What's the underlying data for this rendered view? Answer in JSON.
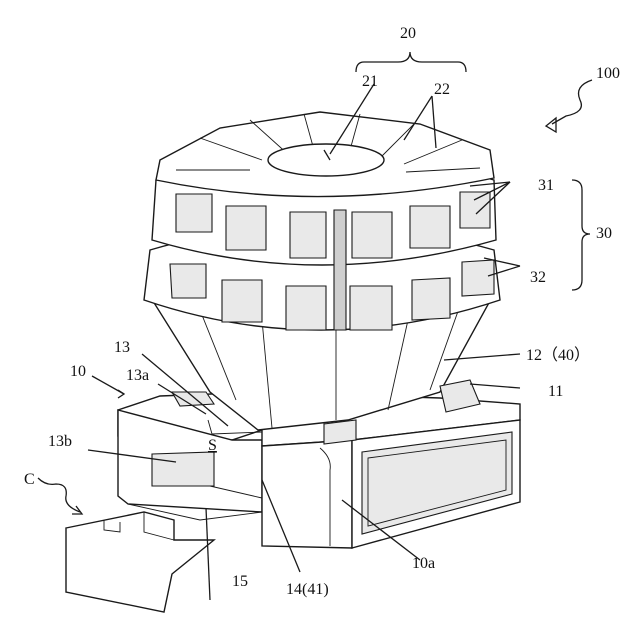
{
  "labels": {
    "l20": "20",
    "l21": "21",
    "l22": "22",
    "l100": "100",
    "l31": "31",
    "l30": "30",
    "l32": "32",
    "l12": "12（40）",
    "l11": "11",
    "l13": "13",
    "l13a": "13a",
    "l10": "10",
    "l13b": "13b",
    "lS": "S",
    "lC": "C",
    "l15": "15",
    "l1441": "14(41)",
    "l10a": "10a"
  }
}
